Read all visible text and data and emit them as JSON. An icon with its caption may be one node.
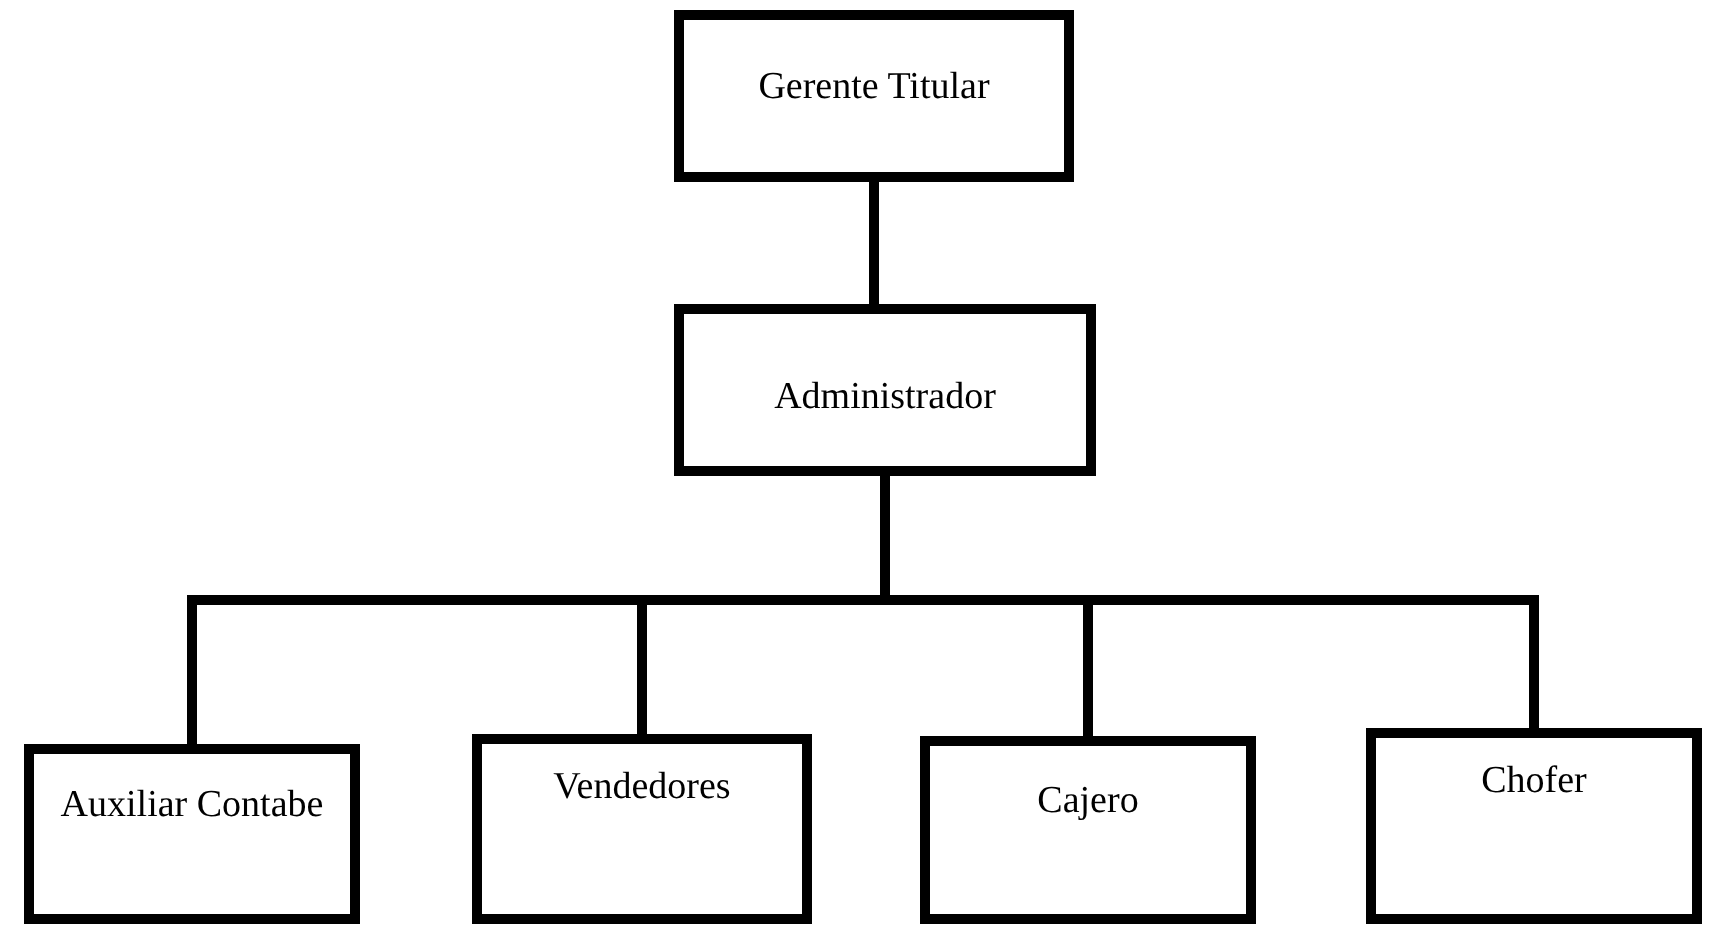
{
  "diagram": {
    "nodes": [
      {
        "text": [
          "Gerente Titular"
        ]
      },
      {
        "text": [
          "Administrador"
        ]
      },
      {
        "text": [
          "Auxiliar Contabe"
        ]
      },
      {
        "text": [
          "Vendedores"
        ]
      },
      {
        "text": [
          "Cajero"
        ]
      },
      {
        "text": [
          "Chofer"
        ]
      }
    ],
    "edges": [
      {
        "from": 0,
        "to": 1,
        "arrow": "none"
      },
      {
        "from": 1,
        "to": 2,
        "arrow": "none"
      },
      {
        "from": 1,
        "to": 3,
        "arrow": "none"
      },
      {
        "from": 1,
        "to": 4,
        "arrow": "none"
      },
      {
        "from": 1,
        "to": 5,
        "arrow": "none"
      }
    ]
  }
}
